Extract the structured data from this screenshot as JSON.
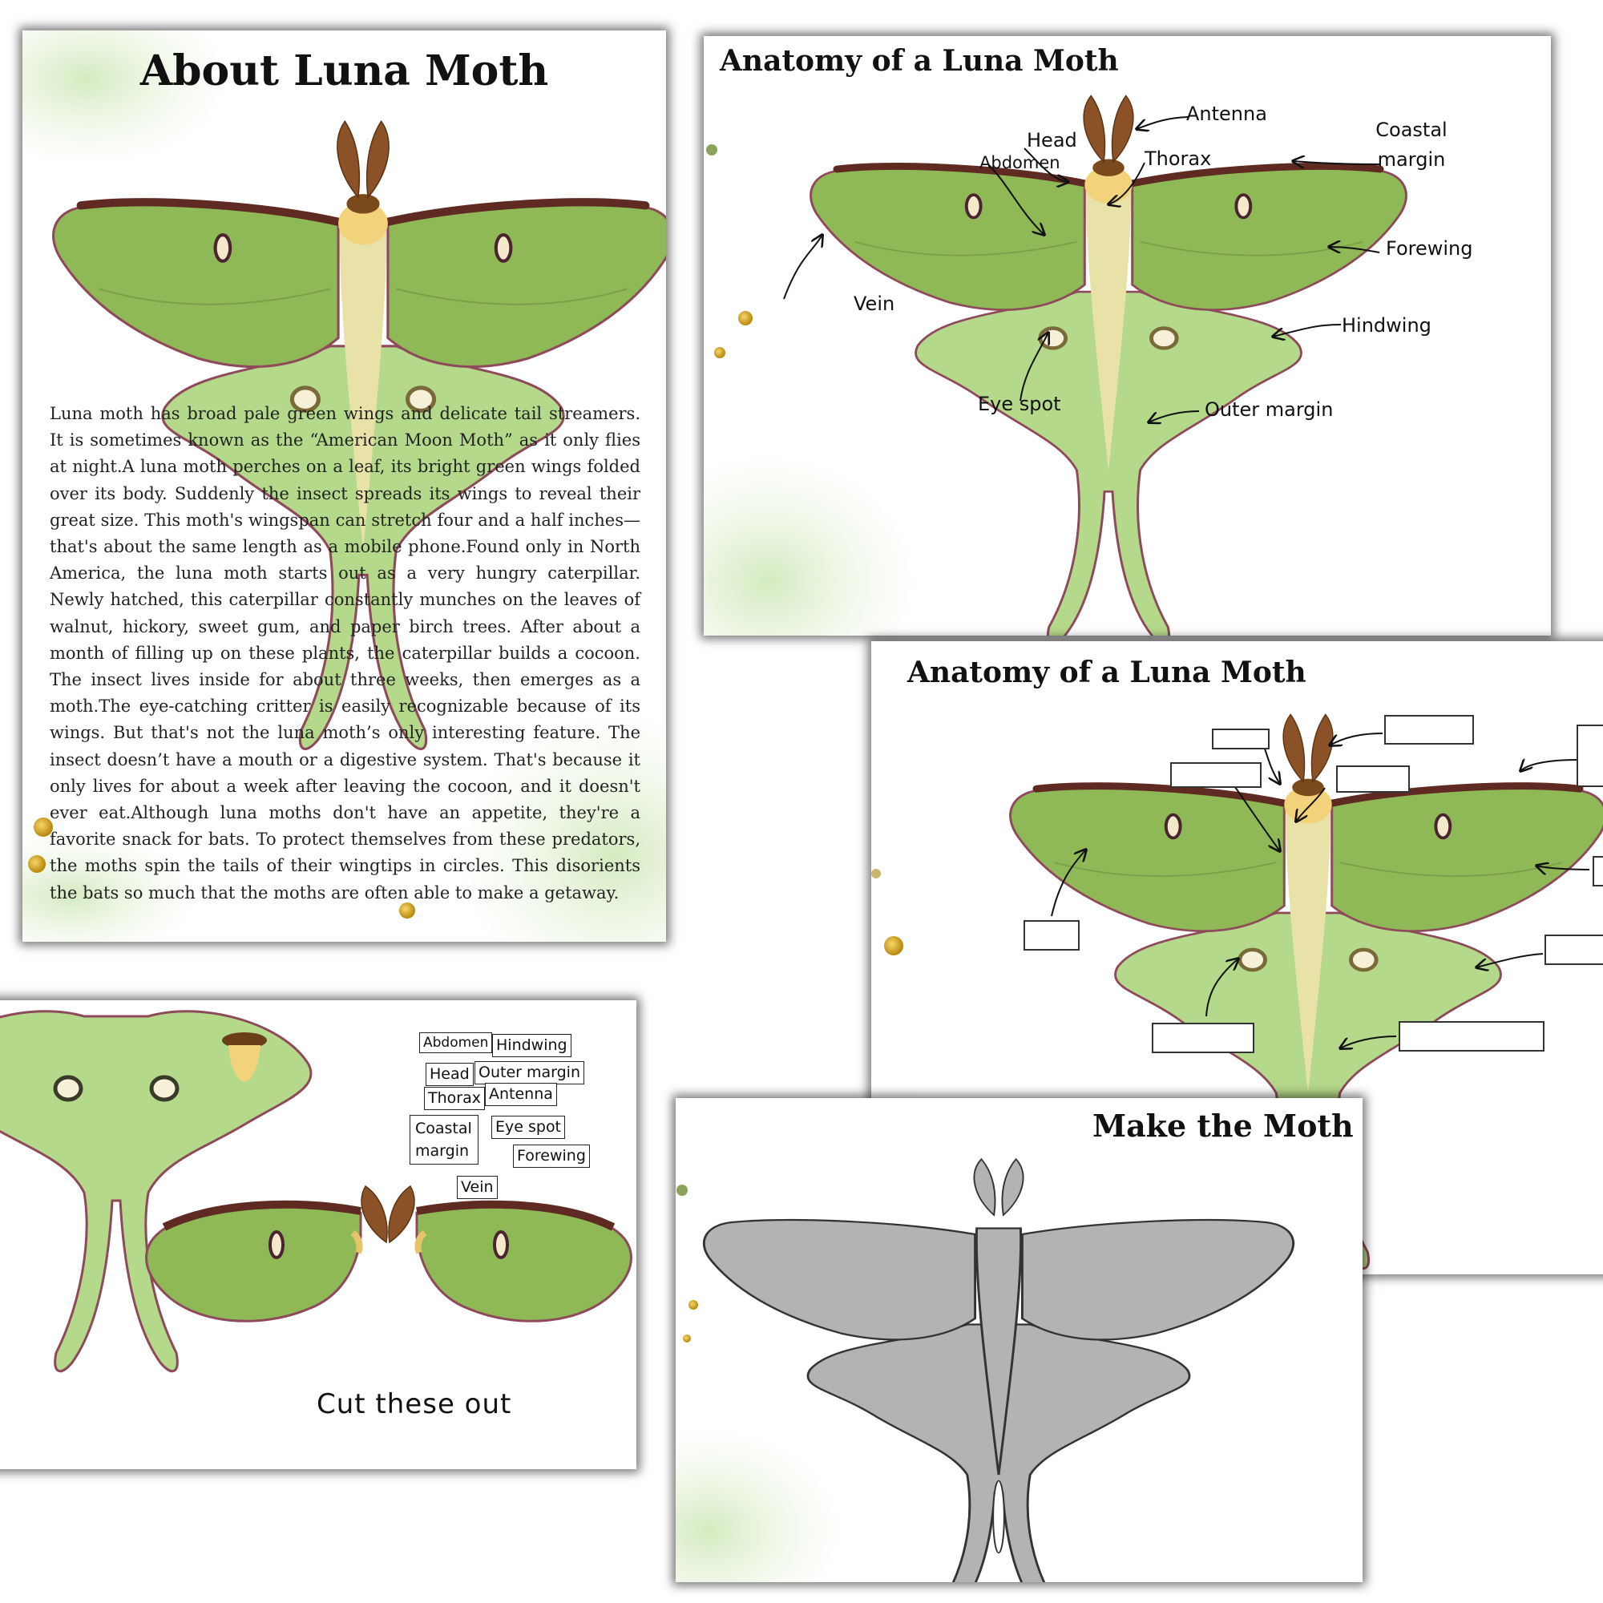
{
  "about": {
    "title": "About Luna Moth",
    "text": "Luna moth has broad pale green wings and delicate tail streamers. It is sometimes known as the “American Moon Moth” as it only flies at night.A luna moth perches on a leaf, its bright green wings folded over its body. Suddenly the insect spreads its wings to reveal their great size. This moth's wingspan can stretch four and a half inches—that's about the same length as a mobile phone.Found only in North America, the luna moth starts out as a very hungry caterpillar. Newly hatched, this caterpillar constantly munches on the leaves of walnut, hickory, sweet gum, and paper birch trees. After about a month of filling up on these plants, the caterpillar builds a cocoon. The insect lives inside for about three weeks, then emerges as a moth.The eye-catching critter is easily recognizable because of its wings. But that's not the luna moth’s only interesting feature. The insect doesn’t have a mouth or a digestive system. That's because it only lives for about a week after leaving the cocoon, and it doesn't ever eat.Although luna moths don't have an appetite, they're a favorite snack for bats. To protect themselves from these predators, the moths spin the tails of their wingtips in circles. This disorients the bats so much that the moths are often able to make a getaway."
  },
  "anatomy": {
    "title": "Anatomy of a Luna Moth",
    "labels": {
      "antenna": "Antenna",
      "head": "Head",
      "abdomen": "Abdomen",
      "thorax": "Thorax",
      "coastal_margin": "Coastal margin",
      "forewing": "Forewing",
      "vein": "Vein",
      "hindwing": "Hindwing",
      "eye_spot": "Eye spot",
      "outer_margin": "Outer margin"
    }
  },
  "worksheet": {
    "title": "Anatomy of a Luna Moth"
  },
  "cutout": {
    "words": [
      "Abdomen",
      "Hindwing",
      "Head",
      "Outer margin",
      "Thorax",
      "Antenna",
      "Coastal margin",
      "Eye spot",
      "Forewing",
      "Vein"
    ],
    "caption": "Cut these out"
  },
  "make": {
    "title": "Make the Moth"
  },
  "colors": {
    "wing_green": "#9ac05a",
    "wing_light": "#b5d98a",
    "costa_maroon": "#5e2a22",
    "silhouette_grey": "#b3b3b3",
    "gold_accent": "#d9a925"
  }
}
